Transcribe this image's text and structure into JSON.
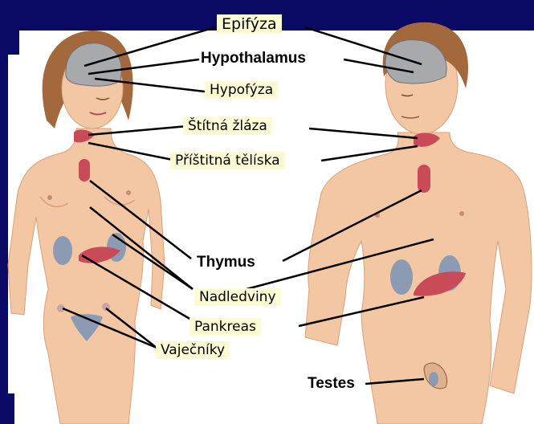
{
  "labels": {
    "epifyza": "Epifýza",
    "hypothalamus": "Hypothalamus",
    "hypofyza": "Hypofýza",
    "stitna_zlaza": "Štítná žláza",
    "pristitna_teliska": "Příštitná tělíska",
    "thymus": "Thymus",
    "nadledviny": "Nadledviny",
    "pankreas": "Pankreas",
    "vajecniky": "Vaječníky",
    "testes": "Testes"
  },
  "colors": {
    "frame": "#0a0a66",
    "label_box": "#fdfbd3",
    "skin": "#f3c7a4",
    "skin_shade": "#e8b08c",
    "hair": "#a3683c",
    "brain": "#a7a9ad",
    "gland_red": "#c94b57",
    "kidney": "#8a9bb3"
  }
}
